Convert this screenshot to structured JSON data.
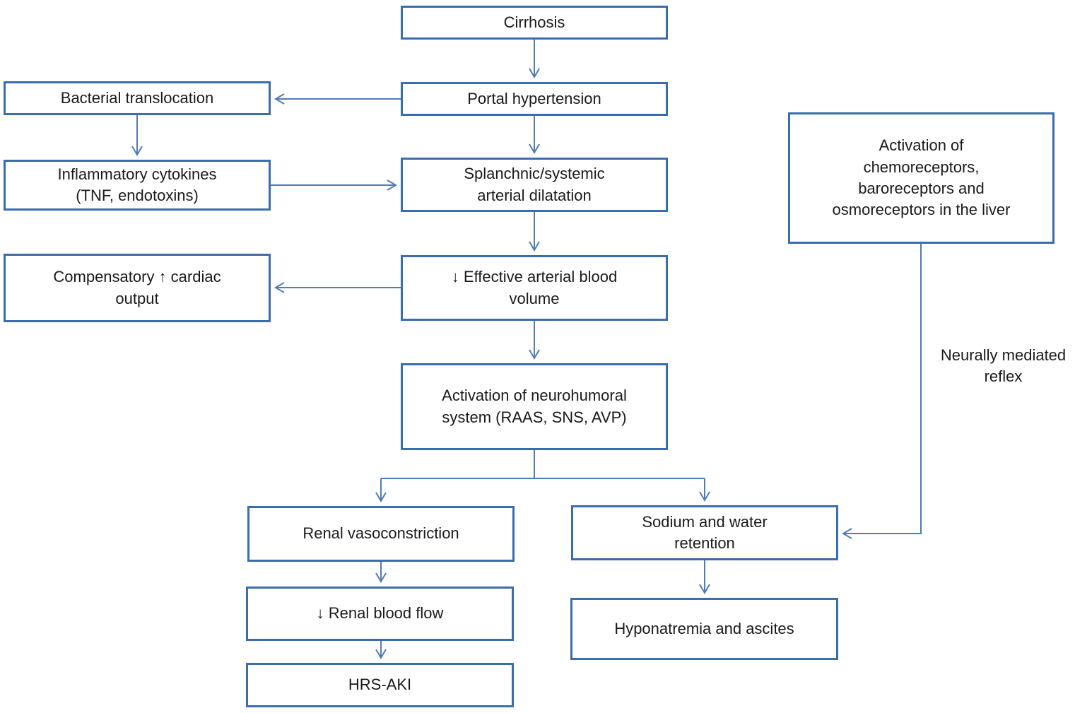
{
  "diagram": {
    "type": "flowchart",
    "topic": "Pathophysiology of cirrhosis leading to HRS-AKI",
    "colors": {
      "box_border": "#3b6dad",
      "box_fill": "#ffffff",
      "connector": "#527cb4",
      "text": "#1a1a1a",
      "background": "#ffffff"
    },
    "nodes": [
      {
        "id": "cirrhosis",
        "label": "Cirrhosis"
      },
      {
        "id": "portal-hypertension",
        "label": "Portal hypertension"
      },
      {
        "id": "bacterial-translocation",
        "label": "Bacterial translocation"
      },
      {
        "id": "inflammatory-cytokines",
        "label": "Inflammatory cytokines\n(TNF, endotoxins)"
      },
      {
        "id": "splanchnic-dilatation",
        "label": "Splanchnic/systemic\narterial dilatation"
      },
      {
        "id": "compensatory-cardiac-output",
        "label": "Compensatory ↑ cardiac\noutput"
      },
      {
        "id": "effective-arterial-blood-volume",
        "label": "↓ Effective arterial blood\nvolume"
      },
      {
        "id": "neurohumoral-activation",
        "label": "Activation of neurohumoral\nsystem (RAAS, SNS, AVP)"
      },
      {
        "id": "renal-vasoconstriction",
        "label": "Renal vasoconstriction"
      },
      {
        "id": "renal-blood-flow",
        "label": "↓ Renal blood flow"
      },
      {
        "id": "hrs-aki",
        "label": "HRS-AKI"
      },
      {
        "id": "sodium-water-retention",
        "label": "Sodium and water\nretention"
      },
      {
        "id": "hyponatremia-ascites",
        "label": "Hyponatremia and ascites"
      },
      {
        "id": "chemoreceptor-activation",
        "label": "Activation of\nchemoreceptors,\nbaroreceptors and\nosmoreceptors in the liver"
      }
    ],
    "annotations": [
      {
        "id": "neurally-mediated-reflex",
        "label": "Neurally mediated\nreflex"
      }
    ],
    "edges": [
      {
        "from": "cirrhosis",
        "to": "portal-hypertension"
      },
      {
        "from": "portal-hypertension",
        "to": "bacterial-translocation"
      },
      {
        "from": "portal-hypertension",
        "to": "splanchnic-dilatation"
      },
      {
        "from": "bacterial-translocation",
        "to": "inflammatory-cytokines"
      },
      {
        "from": "inflammatory-cytokines",
        "to": "splanchnic-dilatation"
      },
      {
        "from": "splanchnic-dilatation",
        "to": "effective-arterial-blood-volume"
      },
      {
        "from": "effective-arterial-blood-volume",
        "to": "compensatory-cardiac-output"
      },
      {
        "from": "effective-arterial-blood-volume",
        "to": "neurohumoral-activation"
      },
      {
        "from": "neurohumoral-activation",
        "to": "renal-vasoconstriction"
      },
      {
        "from": "neurohumoral-activation",
        "to": "sodium-water-retention"
      },
      {
        "from": "renal-vasoconstriction",
        "to": "renal-blood-flow"
      },
      {
        "from": "renal-blood-flow",
        "to": "hrs-aki"
      },
      {
        "from": "sodium-water-retention",
        "to": "hyponatremia-ascites"
      },
      {
        "from": "chemoreceptor-activation",
        "to": "sodium-water-retention",
        "label": "Neurally mediated reflex"
      }
    ]
  }
}
